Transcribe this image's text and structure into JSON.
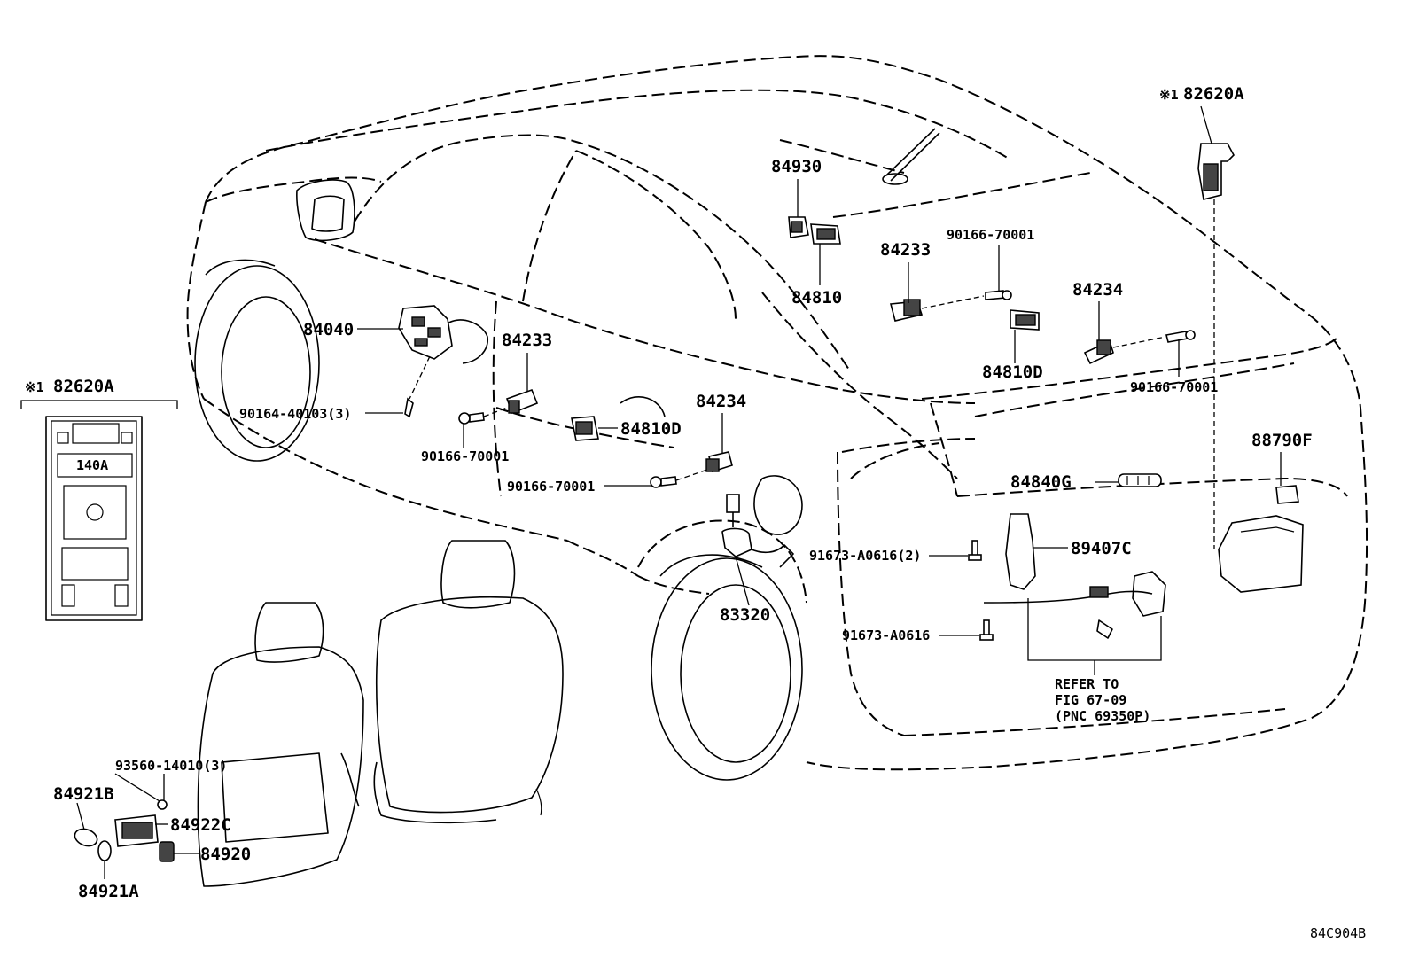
{
  "figure_code": "84C904B",
  "note_marker": "※1",
  "inset": {
    "label": "82620A",
    "fuse_label": "140A"
  },
  "callouts": {
    "c82620A_top": "82620A",
    "c84930": "84930",
    "c84810": "84810",
    "c84233_rear": "84233",
    "c90166_a": "90166-70001",
    "c84234_rear": "84234",
    "c84810D_rear": "84810D",
    "c90166_b": "90166-70001",
    "c84040": "84040",
    "c84233_front": "84233",
    "c90164": "90164-40103(3)",
    "c90166_c": "90166-70001",
    "c84810D_door": "84810D",
    "c84234_door": "84234",
    "c90166_d": "90166-70001",
    "c88790F": "88790F",
    "c84840G": "84840G",
    "c89407C": "89407C",
    "c91673_2": "91673-A0616(2)",
    "c83320": "83320",
    "c91673": "91673-A0616",
    "c93560": "93560-14010(3)",
    "c84921B": "84921B",
    "c84922C": "84922C",
    "c84920": "84920",
    "c84921A": "84921A"
  },
  "refer_note": [
    "REFER TO",
    "FIG 67-09",
    "(PNC 69350P)"
  ]
}
